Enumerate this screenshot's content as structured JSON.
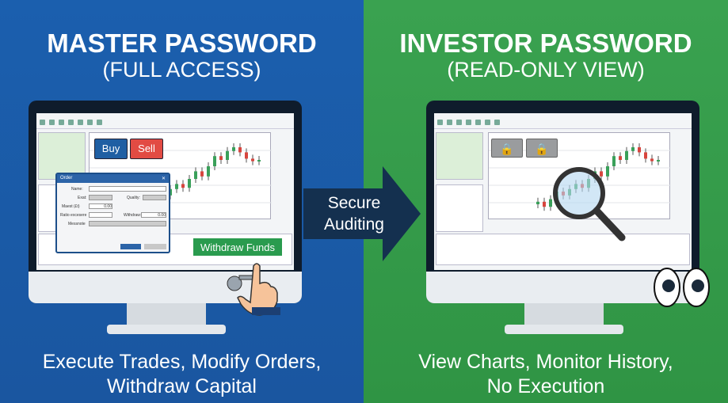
{
  "left": {
    "title": "MASTER PASSWORD",
    "subtitle": "(FULL ACCESS)",
    "caption_line1": "Execute Trades, Modify Orders,",
    "caption_line2": "Withdraw Capital",
    "color": "#1b5fae",
    "buy_label": "Buy",
    "sell_label": "Sell",
    "withdraw_label": "Withdraw Funds",
    "order": {
      "title": "Order",
      "close": "✕",
      "name_label": "Name:",
      "exat_label": "Exat:",
      "quality_label": "Quality:",
      "maest_label": "Maest (£t)",
      "maest_value": "0.00",
      "ratio_label": "Ratio excesere",
      "withdraw_label": "Withdraw:",
      "withdraw_value": "0.00",
      "message_label": "Messnote"
    }
  },
  "right": {
    "title": "INVESTOR PASSWORD",
    "subtitle": "(READ-ONLY VIEW)",
    "caption_line1": "View Charts, Monitor History,",
    "caption_line2": "No Execution",
    "color": "#3aa250"
  },
  "arrow": {
    "line1": "Secure",
    "line2": "Auditing",
    "color": "#14304f"
  },
  "icons": [
    "lock-icon",
    "magnifier-icon",
    "key-icon",
    "hand-pointer-icon",
    "eyes-icon"
  ],
  "candles": [
    [
      50,
      48
    ],
    [
      48,
      52
    ],
    [
      52,
      46
    ],
    [
      46,
      40
    ],
    [
      40,
      43
    ],
    [
      43,
      38
    ],
    [
      38,
      34
    ],
    [
      34,
      37
    ],
    [
      37,
      30
    ],
    [
      30,
      24
    ],
    [
      24,
      28
    ],
    [
      28,
      20
    ],
    [
      20,
      12
    ],
    [
      12,
      15
    ],
    [
      15,
      8
    ],
    [
      8,
      5
    ],
    [
      5,
      9
    ],
    [
      9,
      14
    ],
    [
      14,
      16
    ],
    [
      16,
      15
    ]
  ]
}
